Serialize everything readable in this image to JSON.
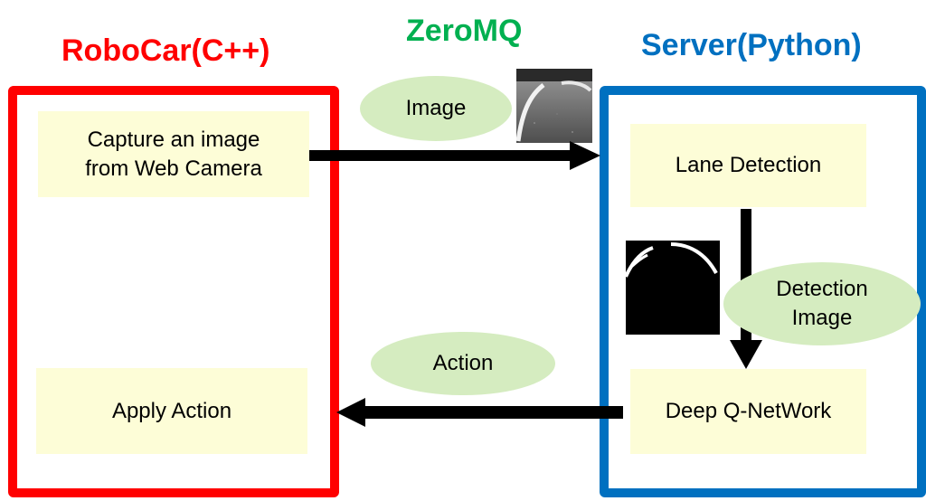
{
  "titles": {
    "robocar": "RoboCar(C++)",
    "zeromq": "ZeroMQ",
    "server": "Server(Python)"
  },
  "robocar": {
    "capture": "Capture an image\nfrom Web Camera",
    "apply": "Apply Action"
  },
  "server": {
    "lane": "Lane Detection",
    "dqn": "Deep Q-NetWork"
  },
  "messages": {
    "image": "Image",
    "action": "Action",
    "detection": "Detection\nImage"
  },
  "colors": {
    "robocar": "#ff0000",
    "zeromq": "#00b050",
    "server": "#0070c0",
    "process_box": "#fdfdd7",
    "message": "#d5ecc0"
  }
}
